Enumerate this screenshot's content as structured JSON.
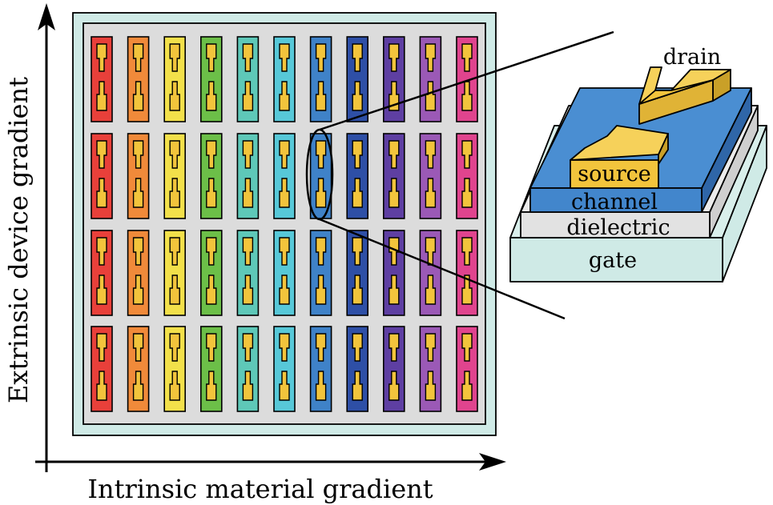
{
  "axes": {
    "x_label": "Intrinsic material gradient",
    "y_label": "Extrinsic device gradient"
  },
  "grid": {
    "rows": 4,
    "columns": 11,
    "column_colors": [
      "#e8403a",
      "#f08a3a",
      "#f2e04a",
      "#6cbf48",
      "#5ec8b8",
      "#57c8d8",
      "#3f82c8",
      "#2e4fa6",
      "#5e3fa2",
      "#9b59b6",
      "#e0448e"
    ],
    "chip_color": "#f2c43c",
    "inner_color": "#dcdcdc",
    "outer_color": "#cfeae6"
  },
  "stack": {
    "layers": [
      "drain",
      "source",
      "channel",
      "dielectric",
      "gate"
    ],
    "colors": {
      "gate": "#cfeae6",
      "dielectric": "#e2e2e2",
      "channel": "#4286cc",
      "electrode": "#f2c43c"
    }
  }
}
